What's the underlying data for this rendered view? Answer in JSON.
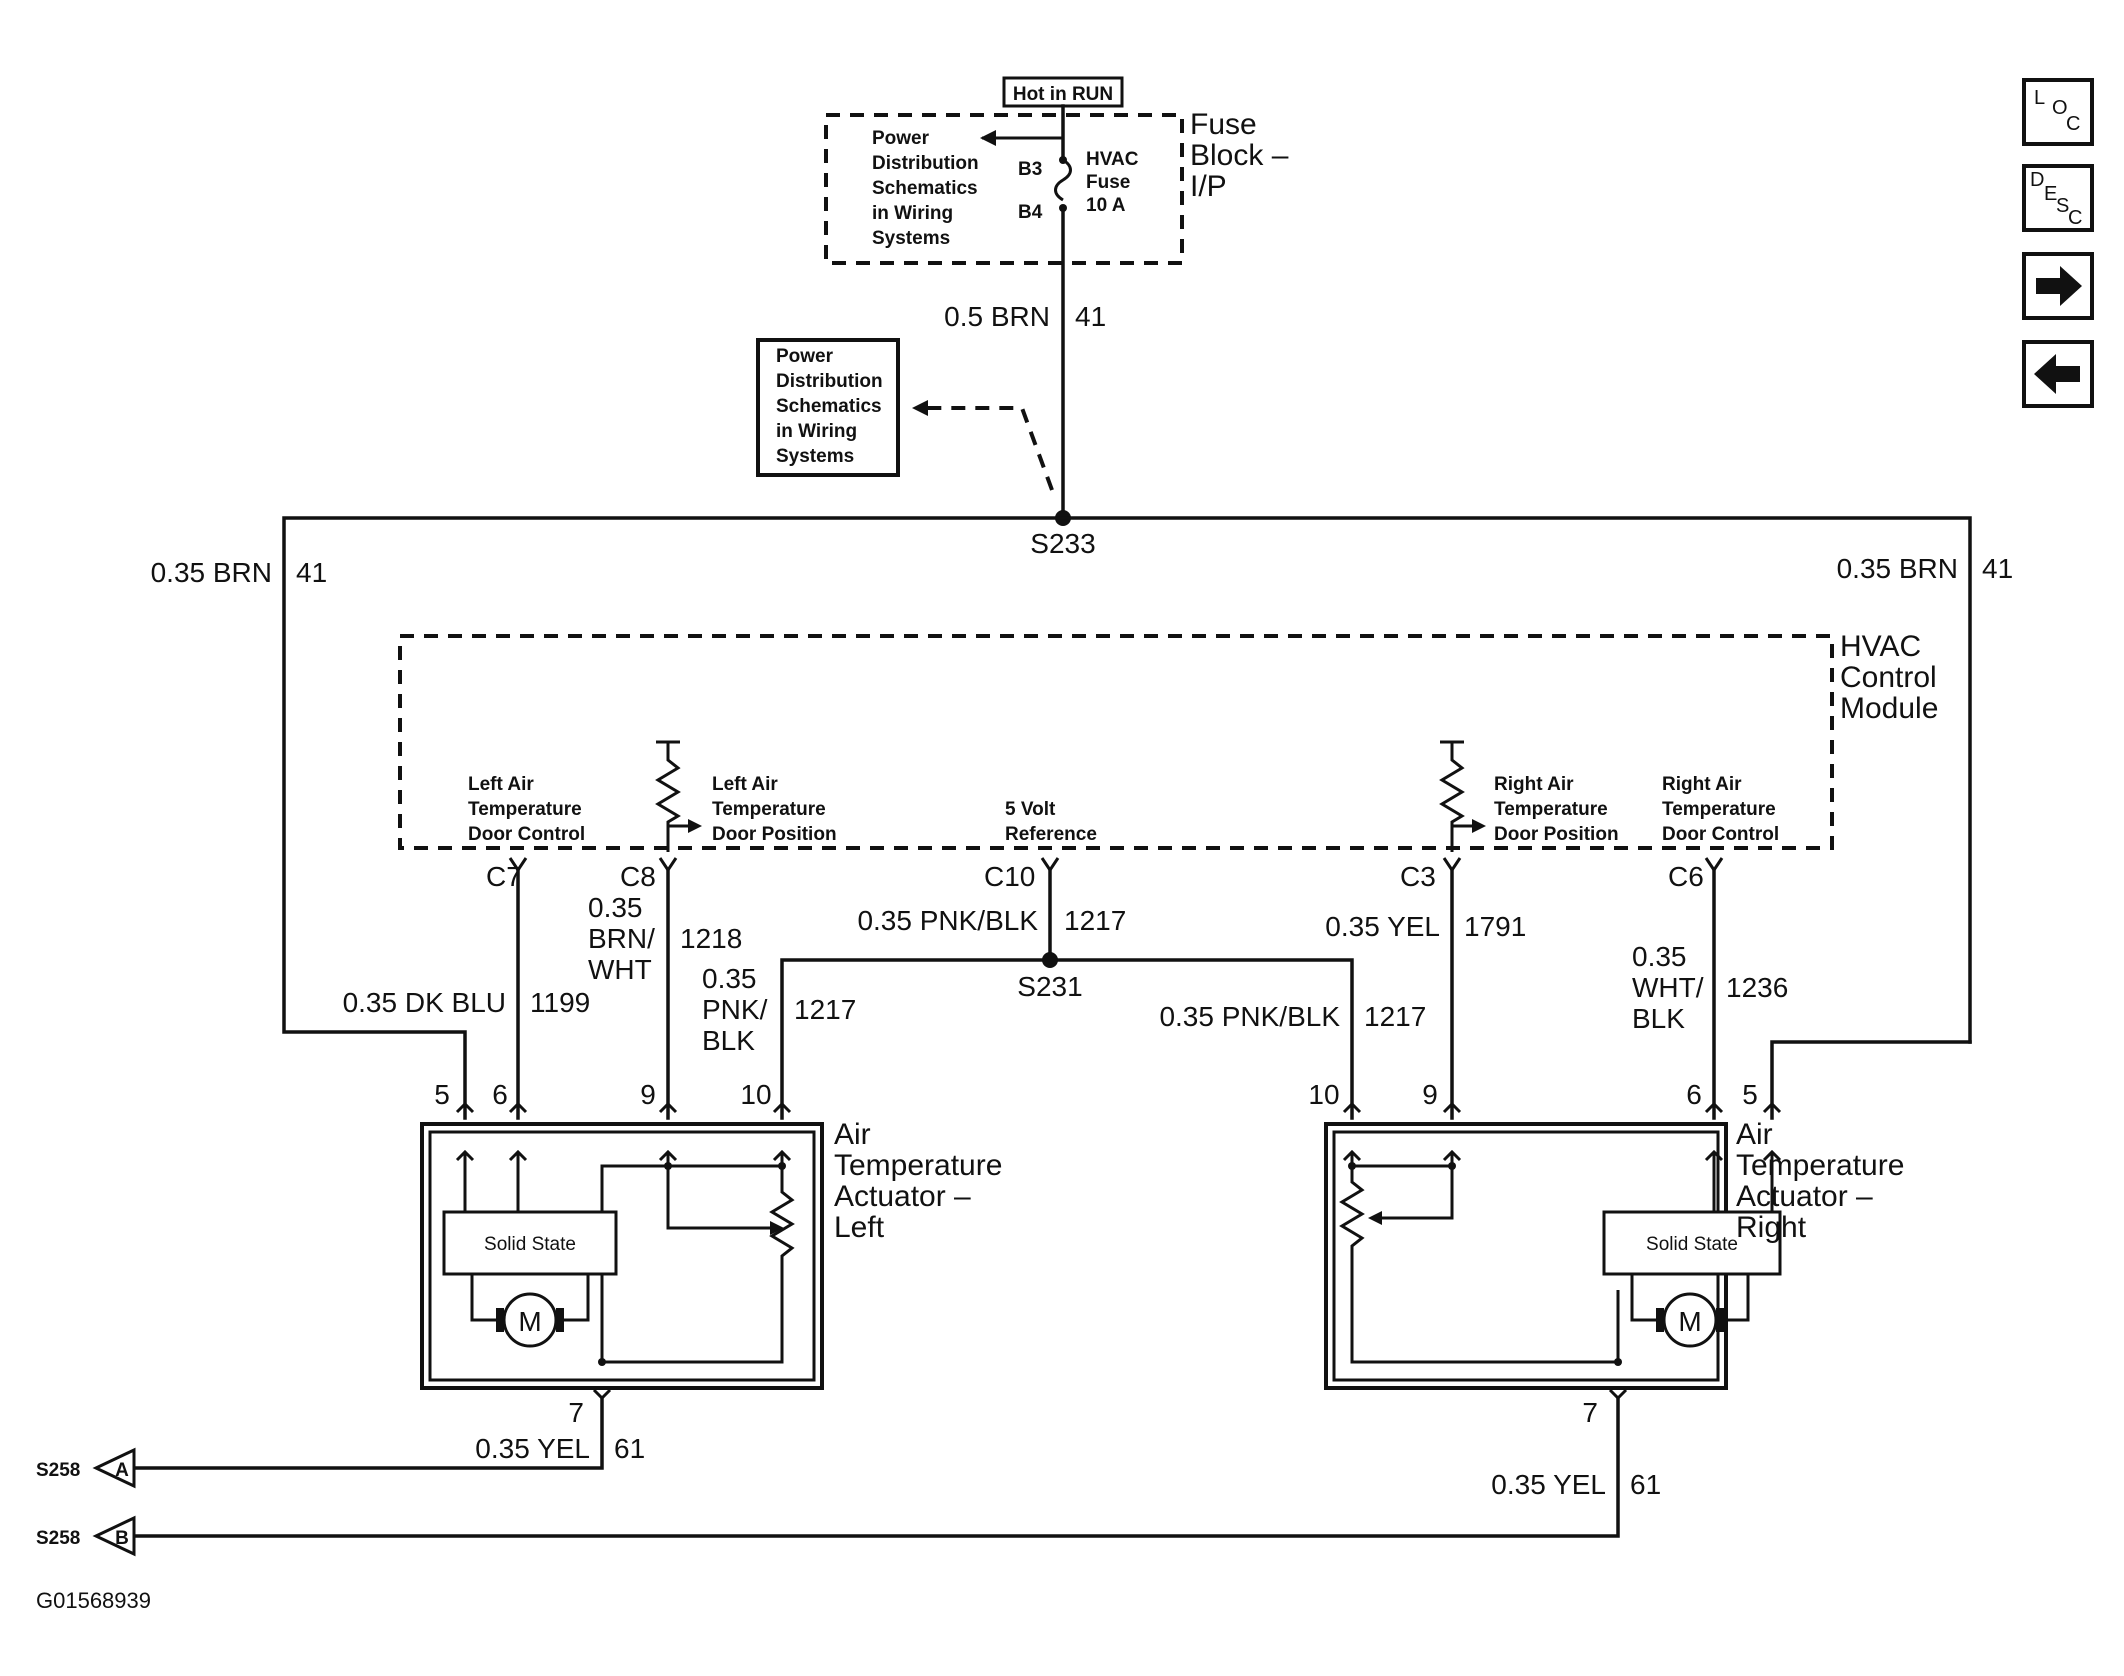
{
  "top": {
    "hot_in_run": "Hot in RUN",
    "fuse_block": [
      "Fuse",
      "Block –",
      "I/P"
    ],
    "fuse_pd_text": [
      "Power",
      "Distribution",
      "Schematics",
      "in Wiring",
      "Systems"
    ],
    "fuse_b3": "B3",
    "fuse_b4": "B4",
    "fuse_name": [
      "HVAC",
      "Fuse",
      "10 A"
    ],
    "feed_wire": "0.5 BRN",
    "feed_circuit": "41",
    "pd_box_text": [
      "Power",
      "Distribution",
      "Schematics",
      "in Wiring",
      "Systems"
    ],
    "splice_top": "S233"
  },
  "side_wires": {
    "left_label": "0.35 BRN",
    "left_circuit": "41",
    "right_label": "0.35 BRN",
    "right_circuit": "41"
  },
  "module": {
    "name": [
      "HVAC",
      "Control",
      "Module"
    ],
    "left_door_control": [
      "Left Air",
      "Temperature",
      "Door Control"
    ],
    "left_door_position": [
      "Left Air",
      "Temperature",
      "Door Position"
    ],
    "five_volt": [
      "5 Volt",
      "Reference"
    ],
    "right_door_position": [
      "Right Air",
      "Temperature",
      "Door Position"
    ],
    "right_door_control": [
      "Right Air",
      "Temperature",
      "Door Control"
    ],
    "pins": {
      "c7": "C7",
      "c8": "C8",
      "c10": "C10",
      "c3": "C3",
      "c6": "C6"
    }
  },
  "wires": {
    "dk_blu": "0.35 DK BLU",
    "dk_blu_circuit": "1199",
    "brn_wht": [
      "0.35",
      "BRN/",
      "WHT"
    ],
    "brn_wht_circuit": "1218",
    "pnk_blk_top": "0.35 PNK/BLK",
    "pnk_blk_top_circuit": "1217",
    "splice_mid": "S231",
    "pnk_blk_left": [
      "0.35",
      "PNK/",
      "BLK"
    ],
    "pnk_blk_left_circuit": "1217",
    "pnk_blk_right": "0.35 PNK/BLK",
    "pnk_blk_right_circuit": "1217",
    "yel_top": "0.35 YEL",
    "yel_top_circuit": "1791",
    "wht_blk": [
      "0.35",
      "WHT/",
      "BLK"
    ],
    "wht_blk_circuit": "1236",
    "yel_left": "0.35 YEL",
    "yel_left_circuit": "61",
    "yel_right": "0.35 YEL",
    "yel_right_circuit": "61"
  },
  "actuator_left": {
    "name": [
      "Air",
      "Temperature",
      "Actuator –",
      "Left"
    ],
    "solid_state": "Solid State",
    "motor": "M",
    "pins": {
      "p5": "5",
      "p6": "6",
      "p9": "9",
      "p10": "10",
      "p7": "7"
    }
  },
  "actuator_right": {
    "name": [
      "Air",
      "Temperature",
      "Actuator –",
      "Right"
    ],
    "solid_state": "Solid State",
    "motor": "M",
    "pins": {
      "p10": "10",
      "p9": "9",
      "p6": "6",
      "p5": "5",
      "p7": "7"
    }
  },
  "grounds": {
    "a_splice": "S258",
    "a_letter": "A",
    "b_splice": "S258",
    "b_letter": "B"
  },
  "figure_id": "G01568939",
  "nav": {
    "loc": {
      "l": "L",
      "o": "O",
      "c": "C"
    },
    "desc": {
      "d": "D",
      "e": "E",
      "s": "S",
      "c": "C"
    },
    "forward_icon": "right-arrow-icon",
    "back_icon": "left-arrow-icon"
  },
  "colors": {
    "ink": "#111111",
    "background": "#ffffff"
  }
}
